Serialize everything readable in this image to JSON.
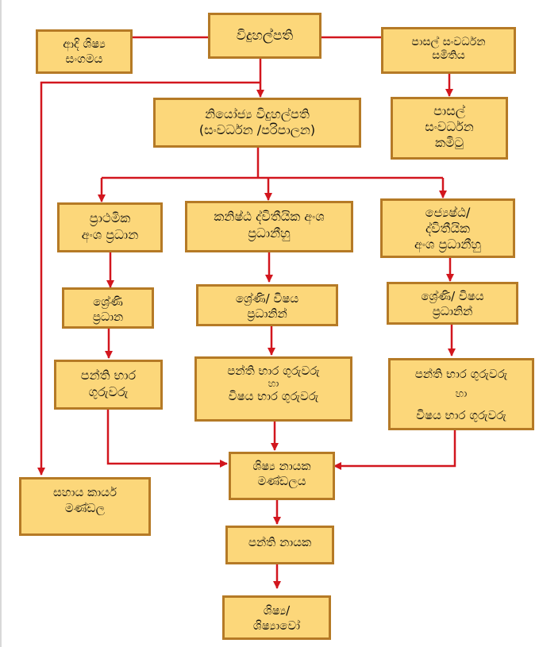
{
  "diagram": {
    "type": "organizational-chart",
    "line_color": "#d2161e",
    "box_fill": "#fcd77a",
    "box_border": "#b57a26",
    "nodes": {
      "principal": {
        "lines": [
          "විදුහල්පති"
        ]
      },
      "alumni": {
        "lines": [
          "ආදි ශිෂ්‍ය",
          "සංගමය"
        ]
      },
      "sdc": {
        "lines": [
          "පාසල් සංවර්ධන",
          "සමිතිය"
        ]
      },
      "sdcCommittee": {
        "lines": [
          "පාසල්",
          "සංවර්ධන",
          "කමිටු"
        ]
      },
      "deputy": {
        "lines": [
          "නියෝජ්‍ය විදුහල්පති",
          "(සංවර්ධන /පරිපාලන)"
        ]
      },
      "primaryHead": {
        "lines": [
          "ප්‍රාථමික",
          "අංශ ප්‍රධාන"
        ]
      },
      "juniorHead": {
        "lines": [
          "කනිෂ්ඨ ද්විතීයික අංශ",
          "ප්‍රධානීහු"
        ]
      },
      "seniorHead": {
        "lines": [
          "ජ්‍යෙෂ්ඨ/",
          "ද්විතීයික",
          "අංශ ප්‍රධානීහු"
        ]
      },
      "gradeHead": {
        "lines": [
          "ශ්‍රේණි",
          "ප්‍රධාන"
        ]
      },
      "gradeSubjHeadJ": {
        "lines": [
          "ශ්‍රේණි/ විෂය",
          "ප්‍රධානින්"
        ]
      },
      "gradeSubjHeadS": {
        "lines": [
          "ශ්‍රේණි/ විෂය",
          "ප්‍රධානින්"
        ]
      },
      "classTeachersP": {
        "lines": [
          "පන්ති භාර",
          "ගුරුවරු"
        ]
      },
      "classTeachersJ": {
        "lines": [
          "පන්ති භාර ගුරුවරු",
          "හා",
          "විෂය භාර ගුරුවරු"
        ]
      },
      "classTeachersS": {
        "lines": [
          "පන්ති භාර ගුරුවරු",
          "හා",
          "විෂය භාර ගුරුවරු"
        ]
      },
      "prefects": {
        "lines": [
          "ශිෂ්‍ය නායක",
          "මණ්ඩලය"
        ]
      },
      "support": {
        "lines": [
          "සහාය කාර්ය",
          "මණ්ඩල"
        ]
      },
      "monitors": {
        "lines": [
          "පන්ති නායක"
        ]
      },
      "students": {
        "lines": [
          "ශිෂ්‍ය/",
          "ශිෂ්‍යාවෝ"
        ]
      }
    },
    "edges": [
      {
        "from": "principal",
        "to": "alumni",
        "arrow": false
      },
      {
        "from": "principal",
        "to": "sdc",
        "arrow": false
      },
      {
        "from": "sdc",
        "to": "sdcCommittee",
        "arrow": true
      },
      {
        "from": "principal",
        "to": "deputy",
        "arrow": true
      },
      {
        "from": "principal",
        "to": "support",
        "arrow": true
      },
      {
        "from": "deputy",
        "to": "primaryHead",
        "arrow": true
      },
      {
        "from": "deputy",
        "to": "juniorHead",
        "arrow": true
      },
      {
        "from": "deputy",
        "to": "seniorHead",
        "arrow": true
      },
      {
        "from": "primaryHead",
        "to": "gradeHead",
        "arrow": true
      },
      {
        "from": "juniorHead",
        "to": "gradeSubjHeadJ",
        "arrow": true
      },
      {
        "from": "seniorHead",
        "to": "gradeSubjHeadS",
        "arrow": true
      },
      {
        "from": "gradeHead",
        "to": "classTeachersP",
        "arrow": true
      },
      {
        "from": "gradeSubjHeadJ",
        "to": "classTeachersJ",
        "arrow": true
      },
      {
        "from": "gradeSubjHeadS",
        "to": "classTeachersS",
        "arrow": true
      },
      {
        "from": "classTeachersP",
        "to": "prefects",
        "arrow": true
      },
      {
        "from": "classTeachersJ",
        "to": "prefects",
        "arrow": true
      },
      {
        "from": "classTeachersS",
        "to": "prefects",
        "arrow": true
      },
      {
        "from": "prefects",
        "to": "monitors",
        "arrow": true
      },
      {
        "from": "monitors",
        "to": "students",
        "arrow": true
      }
    ]
  }
}
